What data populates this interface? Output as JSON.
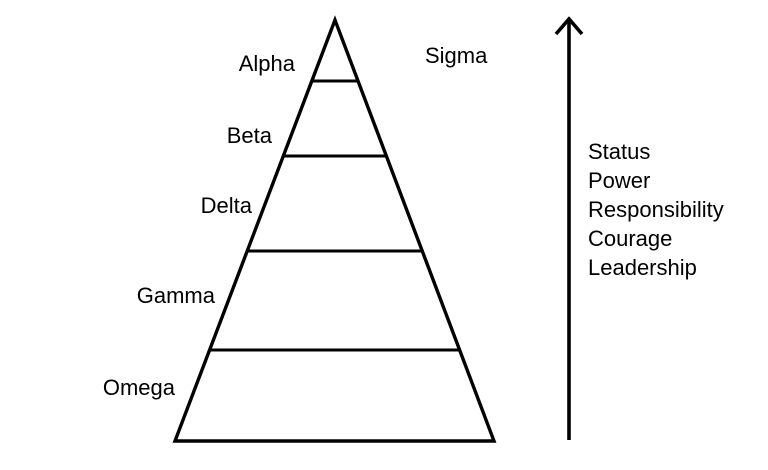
{
  "pyramid": {
    "top_label": "Sigma",
    "levels": [
      {
        "label": "Alpha"
      },
      {
        "label": "Beta"
      },
      {
        "label": "Delta"
      },
      {
        "label": "Gamma"
      },
      {
        "label": "Omega"
      }
    ]
  },
  "axis": {
    "items": [
      "Status",
      "Power",
      "Responsibility",
      "Courage",
      "Leadership"
    ],
    "direction": "up"
  },
  "colors": {
    "stroke": "#000000",
    "background": "#ffffff",
    "text": "#000000"
  }
}
